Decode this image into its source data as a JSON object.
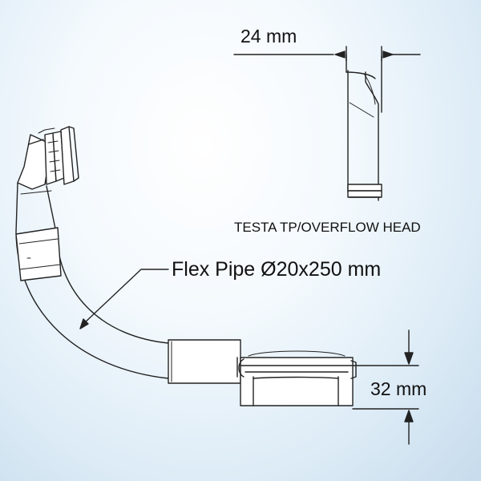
{
  "labels": {
    "top_dimension": "24 mm",
    "right_dimension": "32 mm",
    "flex_pipe": "Flex Pipe  Ø20x250 mm",
    "overflow_head": "TESTA TP/OVERFLOW HEAD"
  },
  "colors": {
    "line": "#222222",
    "background_center": "#ffffff",
    "background_edge": "#c6dbec"
  }
}
